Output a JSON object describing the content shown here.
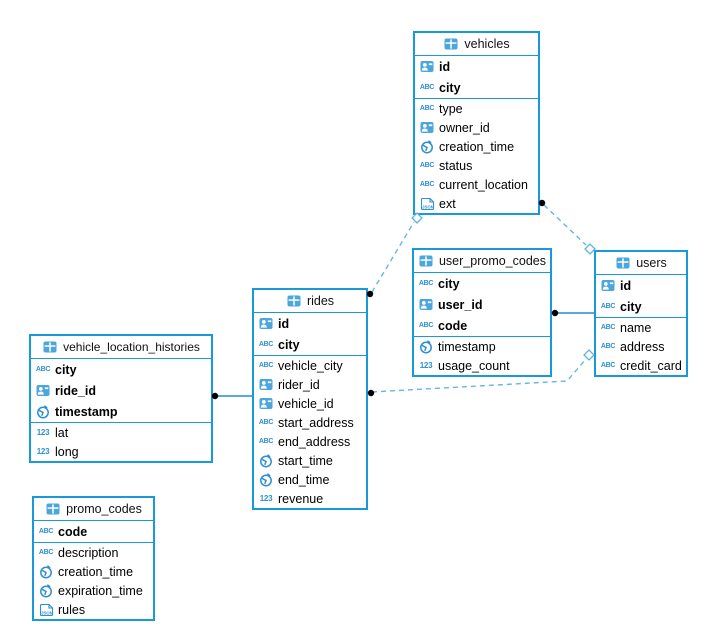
{
  "diagram": {
    "type_glyphs": {
      "string": "ABC",
      "number": "123",
      "json": "JSON"
    },
    "colors": {
      "table_border": "#1899d9",
      "icon_fill": "#4aa6dd",
      "glyph_blue": "#2f8fd2",
      "solid_line": "#1a90d0",
      "dashed_line": "#66b5e6",
      "endpoint_dot": "#000000"
    },
    "tables": [
      {
        "name": "vehicles",
        "key_columns": [
          {
            "label": "id",
            "type": "id"
          },
          {
            "label": "city",
            "type": "string"
          }
        ],
        "columns": [
          {
            "label": "type",
            "type": "string"
          },
          {
            "label": "owner_id",
            "type": "id"
          },
          {
            "label": "creation_time",
            "type": "time"
          },
          {
            "label": "status",
            "type": "string"
          },
          {
            "label": "current_location",
            "type": "string"
          },
          {
            "label": "ext",
            "type": "json"
          }
        ]
      },
      {
        "name": "user_promo_codes",
        "key_columns": [
          {
            "label": "city",
            "type": "string"
          },
          {
            "label": "user_id",
            "type": "id"
          },
          {
            "label": "code",
            "type": "string"
          }
        ],
        "columns": [
          {
            "label": "timestamp",
            "type": "time"
          },
          {
            "label": "usage_count",
            "type": "number"
          }
        ]
      },
      {
        "name": "users",
        "key_columns": [
          {
            "label": "id",
            "type": "id"
          },
          {
            "label": "city",
            "type": "string"
          }
        ],
        "columns": [
          {
            "label": "name",
            "type": "string"
          },
          {
            "label": "address",
            "type": "string"
          },
          {
            "label": "credit_card",
            "type": "string"
          }
        ]
      },
      {
        "name": "rides",
        "key_columns": [
          {
            "label": "id",
            "type": "id"
          },
          {
            "label": "city",
            "type": "string"
          }
        ],
        "columns": [
          {
            "label": "vehicle_city",
            "type": "string"
          },
          {
            "label": "rider_id",
            "type": "id"
          },
          {
            "label": "vehicle_id",
            "type": "id"
          },
          {
            "label": "start_address",
            "type": "string"
          },
          {
            "label": "end_address",
            "type": "string"
          },
          {
            "label": "start_time",
            "type": "time"
          },
          {
            "label": "end_time",
            "type": "time"
          },
          {
            "label": "revenue",
            "type": "number"
          }
        ]
      },
      {
        "name": "vehicle_location_histories",
        "key_columns": [
          {
            "label": "city",
            "type": "string"
          },
          {
            "label": "ride_id",
            "type": "id"
          },
          {
            "label": "timestamp",
            "type": "time"
          }
        ],
        "columns": [
          {
            "label": "lat",
            "type": "number"
          },
          {
            "label": "long",
            "type": "number"
          }
        ]
      },
      {
        "name": "promo_codes",
        "key_columns": [
          {
            "label": "code",
            "type": "string"
          }
        ],
        "columns": [
          {
            "label": "description",
            "type": "string"
          },
          {
            "label": "creation_time",
            "type": "time"
          },
          {
            "label": "expiration_time",
            "type": "time"
          },
          {
            "label": "rules",
            "type": "json"
          }
        ]
      }
    ],
    "relations": [
      {
        "from": "vehicle_location_histories",
        "to": "rides",
        "style": "solid"
      },
      {
        "from": "user_promo_codes",
        "to": "users",
        "style": "solid"
      },
      {
        "from": "rides",
        "to": "vehicles",
        "style": "dashed"
      },
      {
        "from": "users",
        "to": "vehicles",
        "style": "dashed"
      },
      {
        "from": "rides",
        "to": "users",
        "style": "dashed"
      }
    ]
  }
}
